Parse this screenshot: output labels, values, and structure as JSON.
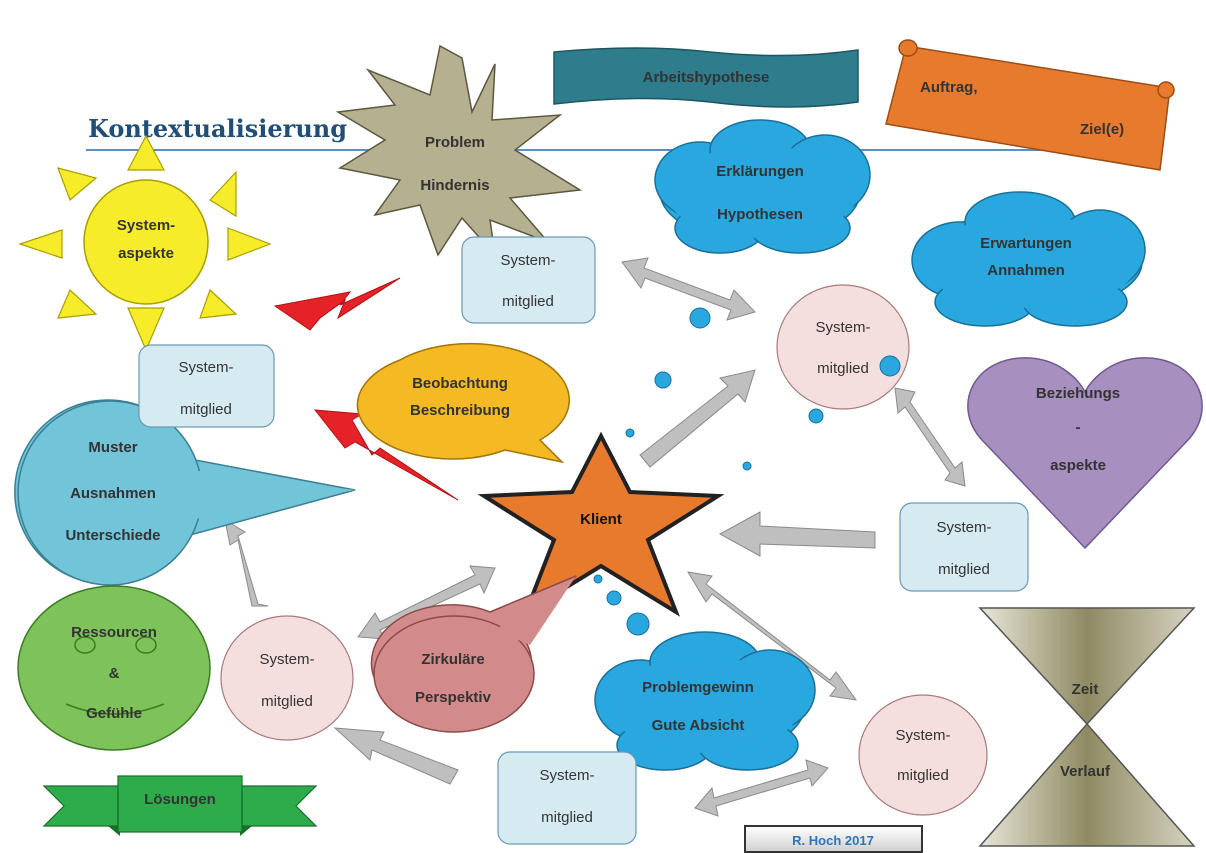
{
  "title": "Kontextualisierung",
  "shapes": {
    "arbeitshypothese": "Arbeitshypothese",
    "auftrag": [
      "Auftrag,",
      "Ziel(e)"
    ],
    "problem": [
      "Problem",
      "Hindernis"
    ],
    "erklaerungen": [
      "Erklärungen",
      "Hypothesen"
    ],
    "erwartungen": [
      "Erwartungen",
      "Annahmen"
    ],
    "systemaspekte": [
      "System-",
      "aspekte"
    ],
    "beobachtung": [
      "Beobachtung",
      "Beschreibung"
    ],
    "muster": [
      "Muster",
      "Ausnahmen",
      "Unterschiede"
    ],
    "klient": "Klient",
    "beziehung": [
      "Beziehungs",
      "-",
      "aspekte"
    ],
    "ressourcen": [
      "Ressourcen",
      "&",
      "Gefühle"
    ],
    "zirkulaer": [
      "Zirkuläre",
      "Perspektiv"
    ],
    "problemgewinn": [
      "Problemgewinn",
      "Gute Absicht"
    ],
    "zeit": [
      "Zeit",
      "Verlauf"
    ],
    "loesungen": "Lösungen"
  },
  "systemmitglied": [
    "System-",
    "mitglied"
  ],
  "credit": "R. Hoch 2017",
  "colors": {
    "teal_banner": "#2e7d8c",
    "orange": "#e87a2e",
    "khaki": "#b5b08f",
    "cloud_blue": "#29a8e0",
    "sun_yellow": "#f7ec2a",
    "callout_orange": "#f5b924",
    "callout_blue": "#72c4d9",
    "lavender": "#a78fbf",
    "green": "#7dc35a",
    "rose": "#d38a8a",
    "ribbon_green": "#2eab4a",
    "box_blue": "#d6eaf2",
    "circle_pink": "#f4dede",
    "arrow_gray": "#bfbfbf",
    "bolt_red": "#e52227"
  }
}
